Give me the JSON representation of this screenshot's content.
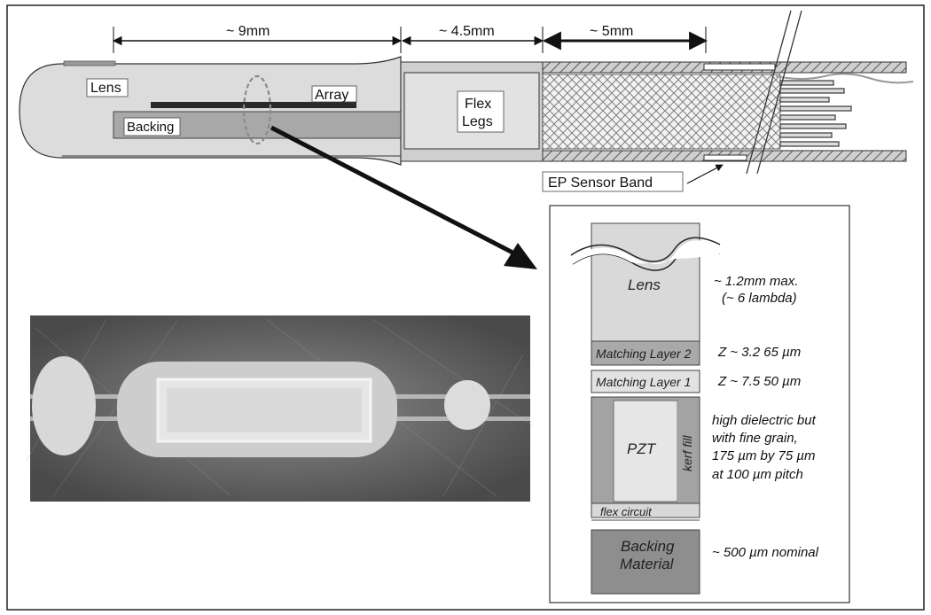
{
  "colors": {
    "frame": "#222222",
    "housing": "#dcdcdc",
    "backing": "#a8a8a8",
    "array": "#2a2a2a",
    "photo_bg": "#6f6f6f",
    "lens": "#d9d9d9",
    "matching2": "#a9a9a9",
    "matching1": "#e2e2e2",
    "pzt": "#e6e6e6",
    "kerf": "#a3a3a3",
    "backing_material": "#8e8e8e"
  },
  "catheter": {
    "labels": {
      "lens": "Lens",
      "array": "Array",
      "backing": "Backing",
      "flex_legs_line1": "Flex",
      "flex_legs_line2": "Legs",
      "ep_sensor_band": "EP Sensor Band"
    },
    "dimensions": {
      "array_length": "~ 9mm",
      "flex_length": "~ 4.5mm",
      "sensor_length": "~ 5mm"
    }
  },
  "photo": {
    "description_icon": "photo-of-transducer"
  },
  "stack": {
    "layers": {
      "lens": "Lens",
      "matching2": "Matching Layer 2",
      "matching1": "Matching Layer 1",
      "pzt": "PZT",
      "kerf_fill": "kerf fill",
      "flex_circuit": "flex circuit",
      "backing_line1": "Backing",
      "backing_line2": "Material"
    },
    "notes": {
      "lens_line1": "~ 1.2mm max.",
      "lens_line2": "(~ 6 lambda)",
      "matching2": "Z ~ 3.2   65 µm",
      "matching1": "Z ~ 7.5   50 µm",
      "pzt_line1": "high dielectric but",
      "pzt_line2": "with fine grain,",
      "pzt_line3": "175 µm by 75 µm",
      "pzt_line4": "at 100 µm pitch",
      "backing": "~ 500 µm nominal"
    }
  }
}
